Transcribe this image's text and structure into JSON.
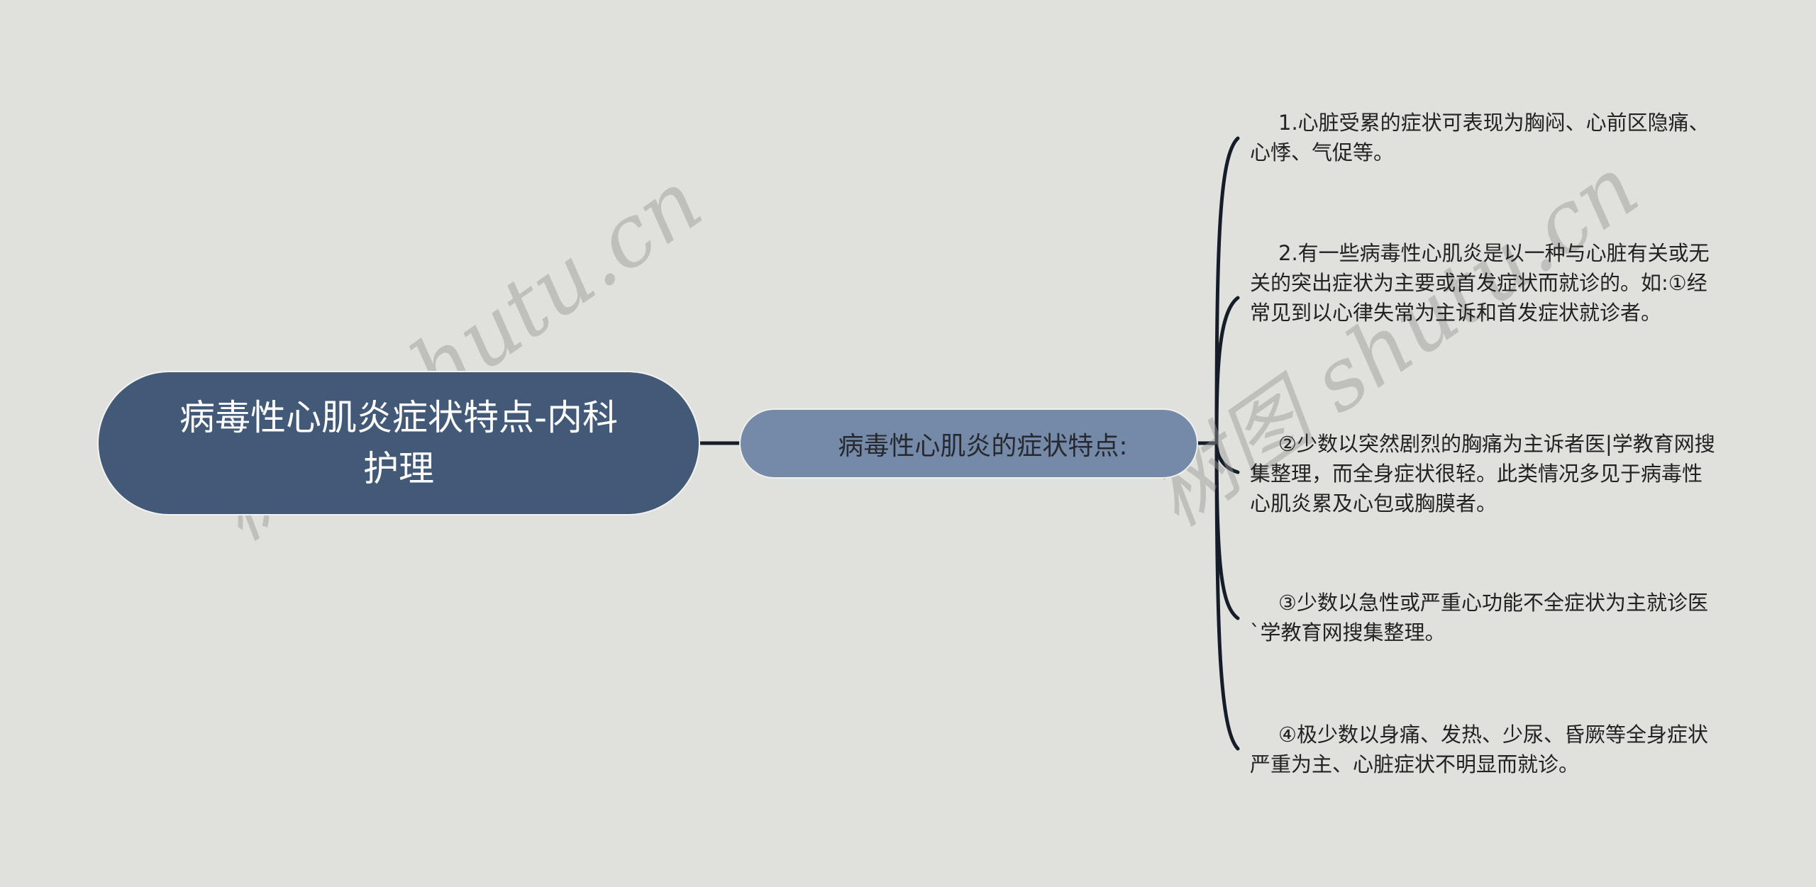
{
  "mindmap": {
    "root": {
      "label": "病毒性心肌炎症状特点-内科护理"
    },
    "branch": {
      "label": "病毒性心肌炎的症状特点:"
    },
    "leaves": [
      {
        "text": "1.心脏受累的症状可表现为胸闷、心前区隐痛、心悸、气促等。"
      },
      {
        "text": "2.有一些病毒性心肌炎是以一种与心脏有关或无关的突出症状为主要或首发症状而就诊的。如:①经常见到以心律失常为主诉和首发症状就诊者。"
      },
      {
        "text": "②少数以突然剧烈的胸痛为主诉者医|学教育网搜集整理，而全身症状很轻。此类情况多见于病毒性心肌炎累及心包或胸膜者。"
      },
      {
        "text": "③少数以急性或严重心功能不全症状为主就诊医`学教育网搜集整理。"
      },
      {
        "text": "④极少数以身痛、发热、少尿、昏厥等全身症状严重为主、心脏症状不明显而就诊。"
      }
    ]
  },
  "watermarks": [
    {
      "text": "树图 shutu.cn"
    },
    {
      "text": "树图 shutu.cn"
    }
  ],
  "colors": {
    "background": "#e0e1dc",
    "root_fill": "#425a78",
    "branch_fill": "#7589a8",
    "connector": "#151d2b"
  }
}
